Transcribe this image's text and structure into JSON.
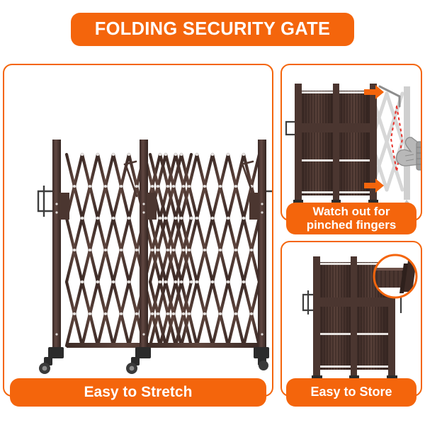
{
  "header": {
    "title": "FOLDING SECURITY GATE",
    "banner_color": "#f4650c",
    "title_color": "#ffffff"
  },
  "theme": {
    "accent": "#f4650c",
    "panel_border": "#f4650c",
    "background": "#ffffff",
    "gate_dark": "#4a3530",
    "gate_mid": "#5b423b",
    "gate_light": "#6d5149",
    "ghost_gray": "#d7d7d7",
    "hand_gray": "#9a9a9a",
    "warning_red": "#e8312a",
    "caster_black": "#2b2b2b"
  },
  "panels": [
    {
      "id": "panel-main",
      "name": "main-gate-panel",
      "caption": "Easy to Stretch",
      "subject": "fully extended folding security gate with three posts and casters"
    },
    {
      "id": "panel-warn",
      "name": "pinch-warning-panel",
      "caption_line1": "Watch out for",
      "caption_line2": "pinched fingers",
      "subject": "folded gate expanding to the right with pinch hazard callout"
    },
    {
      "id": "panel-store",
      "name": "storage-panel",
      "caption": "Easy to Store",
      "subject": "fully collapsed gate compacted for storage with zoom detail circle"
    }
  ],
  "annotations": {
    "arrow_direction": "right",
    "arrow_count": 2,
    "arrow_color": "#f4650c",
    "hazard_shape": "dashed-diamond",
    "hazard_color": "#e8312a",
    "hand_label": "gloved-hand",
    "detail_circle_label": "folded-slat-closeup"
  },
  "gate_spec": {
    "main_posts": 3,
    "main_lattice_columns": 22,
    "lattice_rows": 3,
    "casters": 3,
    "latch_handles": 2,
    "folded_posts": 3,
    "folded_slat_groups": 2
  }
}
